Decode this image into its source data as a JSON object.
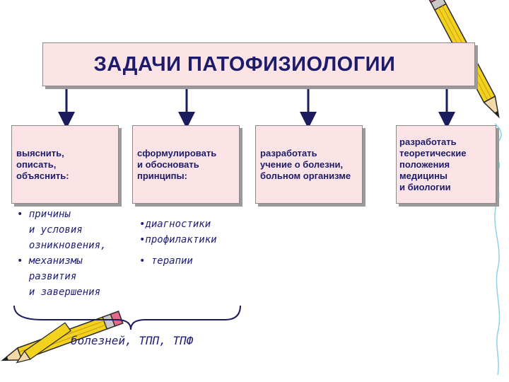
{
  "title": "ЗАДАЧИ  ПАТОФИЗИОЛОГИИ",
  "boxes": [
    {
      "lines": [
        "выяснить,",
        "описать,",
        "объяснить:"
      ]
    },
    {
      "lines": [
        "сформулировать",
        "и обосновать",
        "принципы:"
      ]
    },
    {
      "lines": [
        "разработать",
        " учение о болезни,",
        " больном организме"
      ]
    },
    {
      "lines": [
        "разработать",
        "теоретические",
        "положения",
        "медицины",
        " и биологии"
      ]
    }
  ],
  "list_causes": [
    "• причины",
    "  и условия",
    "  озникновения,",
    "• механизмы",
    "  развития",
    "  и завершения"
  ],
  "list_principles": [
    "•диагностики",
    "•профилактики",
    "",
    "• терапии"
  ],
  "footer": "болезней, ТПП, ТПФ",
  "colors": {
    "box_fill": "#fbe3e6",
    "text": "#1c1c6b",
    "connector": "#1b1b5e"
  },
  "icons": [
    "pencil-icon",
    "pencil-icon"
  ]
}
